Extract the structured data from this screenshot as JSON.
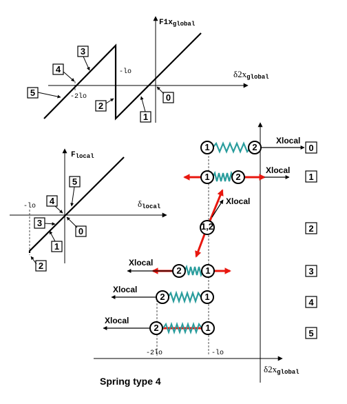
{
  "caption": "Spring type 4",
  "top_graph": {
    "y_label_main": "F1x",
    "y_label_sub": "global",
    "x_label_main": "δ2x",
    "x_label_sub": "global",
    "tick_lo": "-lo",
    "tick_2lo": "-2lo",
    "callouts": [
      "0",
      "1",
      "2",
      "3",
      "4",
      "5"
    ]
  },
  "local_graph": {
    "y_label_main": "F",
    "y_label_sub": "local",
    "x_label_main": "δ",
    "x_label_sub": "local",
    "tick_lo": "-lo",
    "callouts": [
      "0",
      "1",
      "2",
      "3",
      "4",
      "5"
    ]
  },
  "bottom_axis": {
    "x_label_main": "δ2x",
    "x_label_sub": "global",
    "tick_2lo": "-2lo",
    "tick_lo": "-lo"
  },
  "springs": {
    "xlocal_label": "Xlocal",
    "node1": "1",
    "node2": "2",
    "node_merged": "1,2",
    "states": [
      "0",
      "1",
      "2",
      "3",
      "4",
      "5"
    ]
  },
  "colors": {
    "spring_coil": "#2a9d9d",
    "force_arrow": "#e8170f",
    "line": "#000000"
  }
}
